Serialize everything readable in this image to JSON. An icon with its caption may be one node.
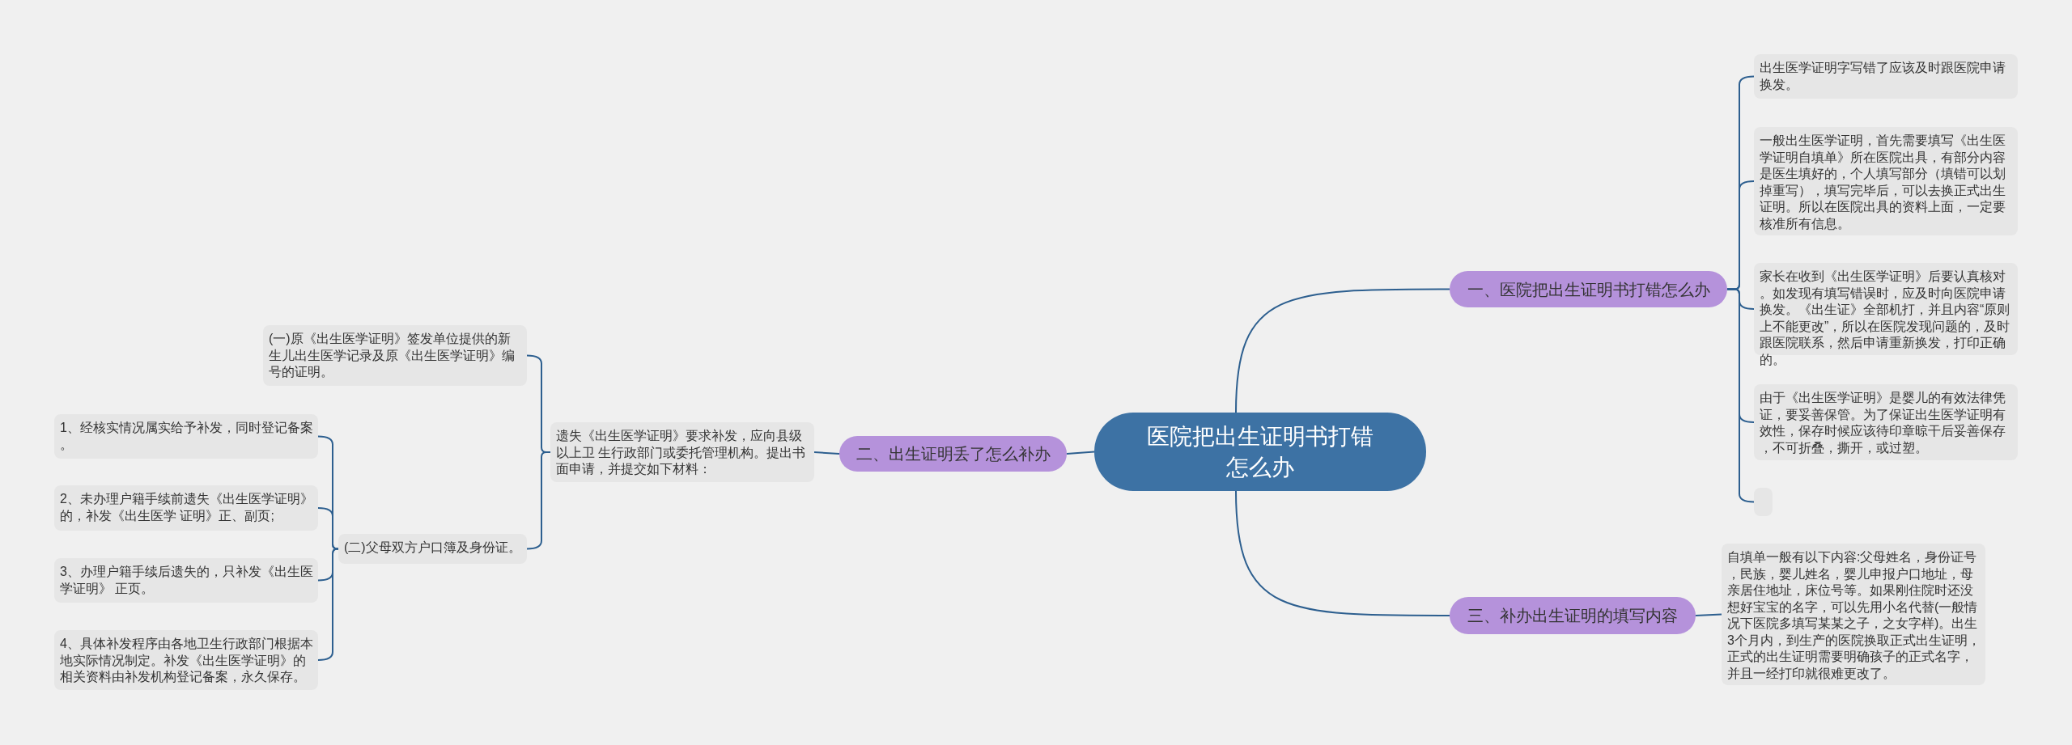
{
  "diagram": {
    "nodes": [
      {
        "text": [
          "医院把出生证明书打错怎么办"
        ]
      },
      {
        "text": [
          "一、医院把出生证明书打错怎么办"
        ]
      },
      {
        "text": [
          "出生医学证明字写错了应该及时跟医院申请换发。"
        ]
      },
      {
        "text": [
          "一般出生医学证明，首先需要填写《出生医学证明自填单》所在医院出具，有部分内容是医生填好的，个人填写部分（填错可以划掉重写），填写完毕后，可以去换正式出生证明。所以在医院出具的资料上面，一定要核准所有信息。"
        ]
      },
      {
        "text": [
          "家长在收到《出生医学证明》后要认真核对。如发现有填写错误时，应及时向医院申请换发。《出生证》全部机打，并且内容“原则上不能更改”，所以在医院发现问题的，及时跟医院联系，然后申请重新换发，打印正确的。"
        ]
      },
      {
        "text": [
          "由于《出生医学证明》是婴儿的有效法律凭证，要妥善保管。为了保证出生医学证明有效性，保存时候应该待印章晾干后妥善保存，不可折叠，撕开，或过塑。"
        ]
      },
      {
        "text": [],
        "shape": "box"
      },
      {
        "text": [
          "三、补办出生证明的填写内容"
        ]
      },
      {
        "text": [
          "自填单一般有以下内容:父母姓名，身份证号，民族，婴儿姓名，婴儿申报户口地址，母亲居住地址，床位号等。如果刚住院时还没想好宝宝的名字，可以先用小名代替(一般情况下医院多填写某某之子，之女字样)。出生3个月内，到生产的医院换取正式出生证明，正式的出生证明需要明确孩子的正式名字，并且一经打印就很难更改了。"
        ]
      },
      {
        "text": [
          "二、出生证明丢了怎么补办"
        ]
      },
      {
        "text": [
          "遗失《出生医学证明》要求补发，应向县级以上卫 生行政部门或委托管理机构。提出书面申请，并提交如下材料："
        ]
      },
      {
        "text": [
          "(一)原《出生医学证明》签发单位提供的新生儿出生医学记录及原《出生医学证明》编号的证明。"
        ]
      },
      {
        "text": [
          "(二)父母双方户口簿及身份证。"
        ]
      },
      {
        "text": [
          "1、经核实情况属实给予补发，同时登记备案。"
        ]
      },
      {
        "text": [
          "2、未办理户籍手续前遗失《出生医学证明》的，补发《出生医学 证明》正、副页;"
        ]
      },
      {
        "text": [
          "3、办理户籍手续后遗失的，只补发《出生医学证明》 正页。"
        ]
      },
      {
        "text": [
          "4、具体补发程序由各地卫生行政部门根据本地实际情况制定。补发《出生医学证明》的相关资料由补发机构登记备案，永久保存。"
        ]
      }
    ],
    "edges": [
      {
        "from": 0,
        "to": 1,
        "arrow": "none"
      },
      {
        "from": 1,
        "to": 2,
        "arrow": "none"
      },
      {
        "from": 1,
        "to": 3,
        "arrow": "none"
      },
      {
        "from": 1,
        "to": 4,
        "arrow": "none"
      },
      {
        "from": 1,
        "to": 5,
        "arrow": "none"
      },
      {
        "from": 1,
        "to": 6,
        "arrow": "none"
      },
      {
        "from": 0,
        "to": 7,
        "arrow": "none"
      },
      {
        "from": 7,
        "to": 8,
        "arrow": "none"
      },
      {
        "from": 0,
        "to": 9,
        "arrow": "none"
      },
      {
        "from": 9,
        "to": 10,
        "arrow": "none"
      },
      {
        "from": 10,
        "to": 11,
        "arrow": "none"
      },
      {
        "from": 10,
        "to": 12,
        "arrow": "none"
      },
      {
        "from": 12,
        "to": 13,
        "arrow": "none"
      },
      {
        "from": 12,
        "to": 14,
        "arrow": "none"
      },
      {
        "from": 12,
        "to": 15,
        "arrow": "none"
      },
      {
        "from": 12,
        "to": 16,
        "arrow": "none"
      }
    ]
  }
}
